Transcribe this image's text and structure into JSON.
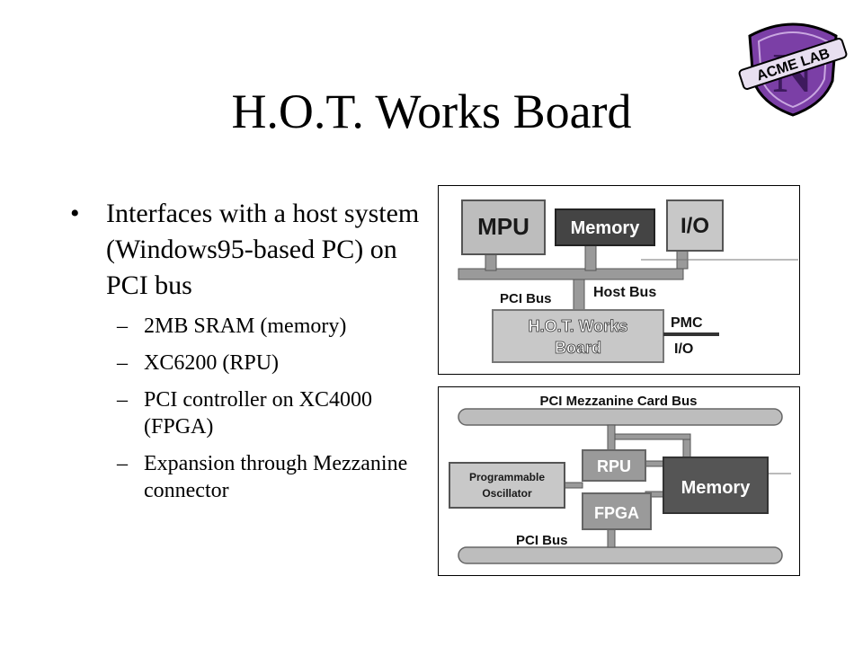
{
  "slide": {
    "title": "H.O.T. Works Board",
    "logo_text": "ACME LAB",
    "bullet": "Interfaces with a host system (Windows95-based PC) on PCI bus",
    "sub_bullets": [
      "2MB SRAM (memory)",
      "XC6200 (RPU)",
      "PCI controller on XC4000 (FPGA)",
      "Expansion through Mezzanine connector"
    ]
  },
  "diagram1": {
    "mpu": "MPU",
    "memory": "Memory",
    "io": "I/O",
    "pci_bus": "PCI Bus",
    "host_bus": "Host Bus",
    "board_line1": "H.O.T. Works",
    "board_line2": "Board",
    "pmc": "PMC",
    "pmc_io": "I/O"
  },
  "diagram2": {
    "mezzanine_bus": "PCI Mezzanine Card Bus",
    "osc_line1": "Programmable",
    "osc_line2": "Oscillator",
    "rpu": "RPU",
    "memory": "Memory",
    "fpga": "FPGA",
    "pci_bus": "PCI Bus"
  },
  "colors": {
    "logo_purple": "#7b3fa6",
    "light_gray": "#c8c8c8",
    "mid_gray": "#9a9a9a",
    "dark_gray": "#444444"
  }
}
